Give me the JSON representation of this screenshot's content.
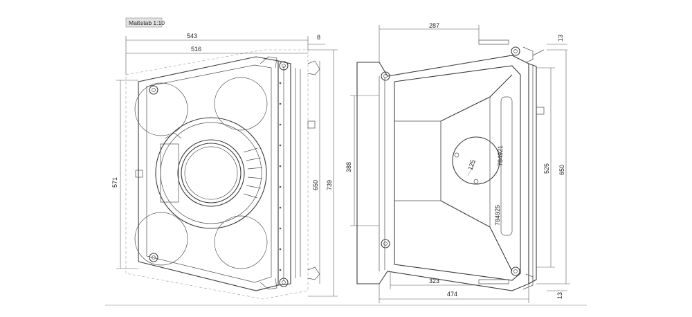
{
  "scale_label": "Maßstab 1:10",
  "left_view": {
    "dim_width_outer": "543",
    "dim_offset": "8",
    "dim_width_inner": "516",
    "dim_height_left": "571",
    "dim_height_mid": "650",
    "dim_height_right": "739"
  },
  "right_view": {
    "dim_top_width": "287",
    "dim_top_offset": "13",
    "dim_left_height": "388",
    "dim_inner_height": "525",
    "dim_outer_height": "650",
    "dim_bottom_inner": "323",
    "dim_bottom_outer": "474",
    "dim_bottom_offset": "13",
    "angle_label": "125",
    "part_number_1": "784921",
    "part_number_2": "784925"
  }
}
